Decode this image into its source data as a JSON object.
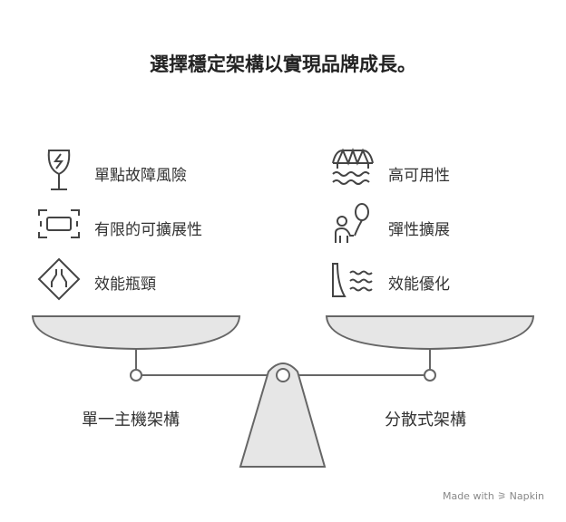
{
  "title": "選擇穩定架構以實現品牌成長。",
  "left": {
    "label": "單一主機架構",
    "items": [
      {
        "icon": "broken-glass-icon",
        "label": "單點故障風險"
      },
      {
        "icon": "bounded-box-icon",
        "label": "有限的可擴展性"
      },
      {
        "icon": "road-narrowing-sign-icon",
        "label": "效能瓶頸"
      }
    ]
  },
  "right": {
    "label": "分散式架構",
    "items": [
      {
        "icon": "bridge-over-water-icon",
        "label": "高可用性"
      },
      {
        "icon": "person-with-balloon-icon",
        "label": "彈性擴展"
      },
      {
        "icon": "dam-water-icon",
        "label": "效能優化"
      }
    ]
  },
  "watermark": "Made with ⚞ Napkin",
  "colors": {
    "stroke": "#666666",
    "pan_fill": "#e6e6e6",
    "text": "#333333"
  }
}
